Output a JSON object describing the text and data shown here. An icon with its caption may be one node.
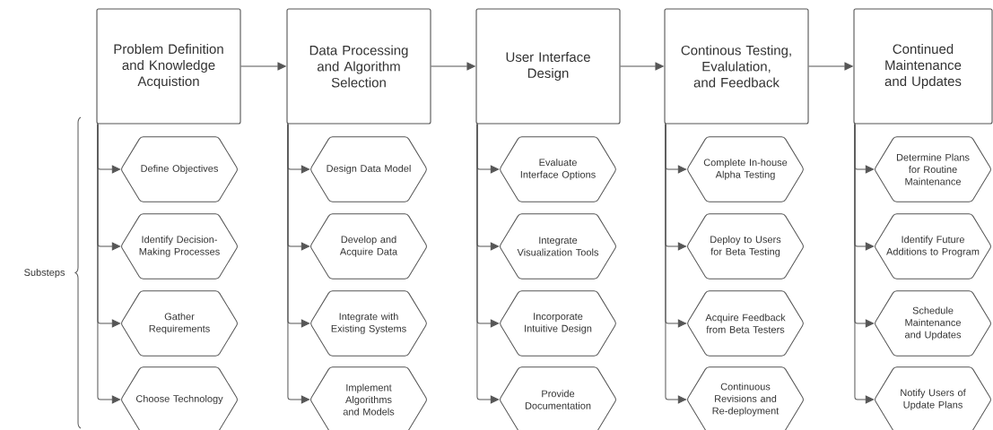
{
  "diagram": {
    "nodes": [
      {
        "text": [
          "Problem Definition and Knowledge Acquistion"
        ]
      },
      {
        "text": [
          "Define Objectives"
        ]
      },
      {
        "text": [
          "Identify Decision-Making Processes"
        ]
      },
      {
        "text": [
          "Gather Requirements"
        ]
      },
      {
        "text": [
          "Choose Technology"
        ]
      },
      {
        "text": [
          "Data Processing and Algorithm Selection"
        ]
      },
      {
        "text": [
          "Design Data Model"
        ]
      },
      {
        "text": [
          "Develop and Acquire Data"
        ]
      },
      {
        "text": [
          "Integrate with Existing Systems"
        ]
      },
      {
        "text": [
          "Implement Algorithms and Models"
        ]
      },
      {
        "text": [
          "User Interface Design"
        ]
      },
      {
        "text": [
          "Evaluate Interface Options"
        ]
      },
      {
        "text": [
          "Integrate Visualization Tools"
        ]
      },
      {
        "text": [
          "Incorporate Intuitive Design"
        ]
      },
      {
        "text": [
          "Provide Documentation"
        ]
      },
      {
        "text": [
          "Continous Testing, Evalulation, and Feedback"
        ]
      },
      {
        "text": [
          "Complete In-house Alpha Testing"
        ]
      },
      {
        "text": [
          "Deploy to Users for Beta Testing"
        ]
      },
      {
        "text": [
          "Acquire Feedback from Beta Testers"
        ]
      },
      {
        "text": [
          "Continuous Revisions and Re-deployment"
        ]
      },
      {
        "text": [
          "Continued Maintenance and Updates"
        ]
      },
      {
        "text": [
          "Determine Plans for Routine Maintenance"
        ]
      },
      {
        "text": [
          "Identify Future Additions to Program"
        ]
      },
      {
        "text": [
          "Schedule Maintenance and Updates"
        ]
      },
      {
        "text": [
          "Notify Users of Update Plans"
        ]
      }
    ],
    "edges": [
      {
        "from": 0,
        "to": 5,
        "arrow": "to"
      },
      {
        "from": 5,
        "to": 10,
        "arrow": "to"
      },
      {
        "from": 10,
        "to": 15,
        "arrow": "to"
      },
      {
        "from": 15,
        "to": 20,
        "arrow": "to"
      },
      {
        "from": 0,
        "to": 1,
        "arrow": "to"
      },
      {
        "from": 0,
        "to": 2,
        "arrow": "to"
      },
      {
        "from": 0,
        "to": 3,
        "arrow": "to"
      },
      {
        "from": 0,
        "to": 4,
        "arrow": "to"
      },
      {
        "from": 5,
        "to": 6,
        "arrow": "to"
      },
      {
        "from": 5,
        "to": 7,
        "arrow": "to"
      },
      {
        "from": 5,
        "to": 8,
        "arrow": "to"
      },
      {
        "from": 5,
        "to": 9,
        "arrow": "to"
      },
      {
        "from": 10,
        "to": 11,
        "arrow": "to"
      },
      {
        "from": 10,
        "to": 12,
        "arrow": "to"
      },
      {
        "from": 10,
        "to": 13,
        "arrow": "to"
      },
      {
        "from": 10,
        "to": 14,
        "arrow": "to"
      },
      {
        "from": 15,
        "to": 16,
        "arrow": "to"
      },
      {
        "from": 15,
        "to": 17,
        "arrow": "to"
      },
      {
        "from": 15,
        "to": 18,
        "arrow": "to"
      },
      {
        "from": 15,
        "to": 19,
        "arrow": "to"
      },
      {
        "from": 20,
        "to": 21,
        "arrow": "to"
      },
      {
        "from": 20,
        "to": 22,
        "arrow": "to"
      },
      {
        "from": 20,
        "to": 23,
        "arrow": "to"
      },
      {
        "from": 20,
        "to": 24,
        "arrow": "to"
      }
    ],
    "labels": [
      "Substeps"
    ]
  }
}
